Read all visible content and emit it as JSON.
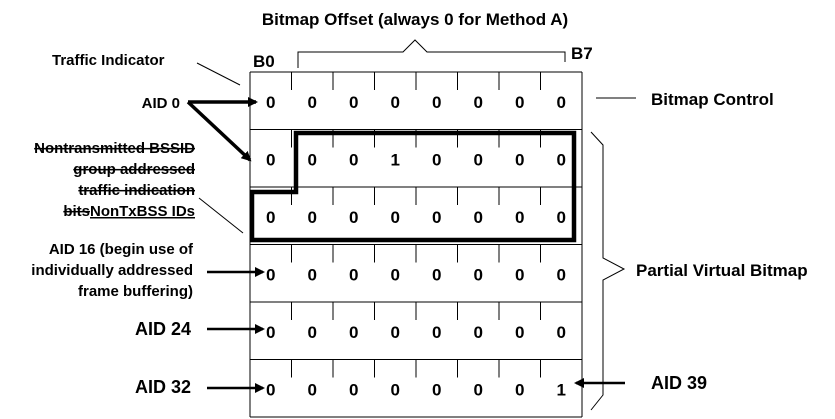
{
  "title": "Bitmap Offset (always 0 for Method A)",
  "traffic_indicator_label": "Traffic Indicator",
  "bit_labels": {
    "first": "B0",
    "last": "B7"
  },
  "bitmap_control_label": "Bitmap Control",
  "partial_virtual_bitmap_label": "Partial Virtual Bitmap",
  "aid_labels": {
    "aid0": "AID 0",
    "nontx_struck_line1": "Nontransmitted BSSID",
    "nontx_struck_line2": "group addressed",
    "nontx_struck_line3": "traffic indication",
    "nontx_struck_line4": "bits",
    "nontx_inserted": "NonTxBSS IDs",
    "aid16_line1": "AID 16 (begin use of",
    "aid16_line2": "individually addressed",
    "aid16_line3": "frame buffering)",
    "aid24": "AID 24",
    "aid32": "AID 32",
    "aid39": "AID 39"
  },
  "rows": [
    [
      "0",
      "0",
      "0",
      "0",
      "0",
      "0",
      "0",
      "0"
    ],
    [
      "0",
      "0",
      "0",
      "1",
      "0",
      "0",
      "0",
      "0"
    ],
    [
      "0",
      "0",
      "0",
      "0",
      "0",
      "0",
      "0",
      "0"
    ],
    [
      "0",
      "0",
      "0",
      "0",
      "0",
      "0",
      "0",
      "0"
    ],
    [
      "0",
      "0",
      "0",
      "0",
      "0",
      "0",
      "0",
      "0"
    ],
    [
      "0",
      "0",
      "0",
      "0",
      "0",
      "0",
      "0",
      "1"
    ]
  ]
}
